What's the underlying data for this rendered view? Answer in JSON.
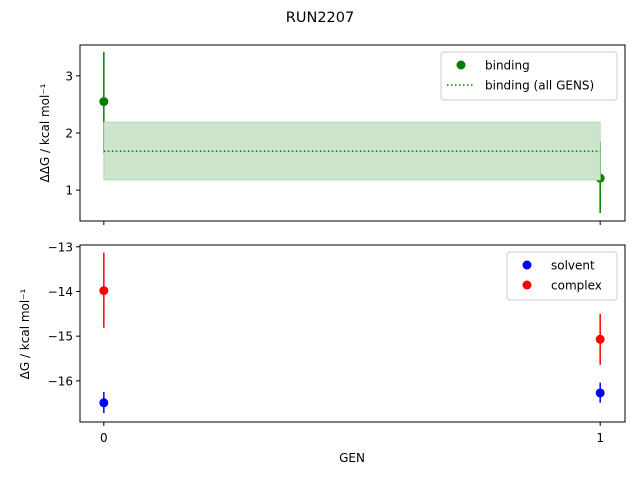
{
  "chart_data": [
    {
      "type": "scatter",
      "title": "RUN2207",
      "xlabel": "",
      "ylabel": "ΔΔG / kcal mol⁻¹",
      "xlim": [
        -0.048,
        1.05
      ],
      "ylim": [
        0.46,
        3.54
      ],
      "xticks": [
        0,
        1
      ],
      "yticks": [
        1,
        2,
        3
      ],
      "grid": false,
      "legend": "top-right",
      "series": [
        {
          "name": "binding",
          "kind": "points",
          "color": "#008000",
          "x": [
            0,
            1
          ],
          "y": [
            2.55,
            1.21
          ],
          "yerr_low": [
            1.65,
            0.6
          ],
          "yerr_high": [
            3.42,
            1.85
          ]
        },
        {
          "name": "binding (all GENS)",
          "kind": "hline-dotted",
          "color": "#008000",
          "x": [
            0,
            1
          ],
          "y": 1.68,
          "band": [
            1.18,
            2.19
          ],
          "band_color": "#cce5cc"
        }
      ]
    },
    {
      "type": "scatter",
      "xlabel": "GEN",
      "ylabel": "ΔG / kcal mol⁻¹",
      "xlim": [
        -0.048,
        1.05
      ],
      "ylim": [
        -16.92,
        -12.96
      ],
      "xticks": [
        0,
        1
      ],
      "xticklabels": [
        "0",
        "1"
      ],
      "yticks": [
        -13,
        -14,
        -15,
        -16
      ],
      "ytick_labels": [
        "−13",
        "−14",
        "−15",
        "−16"
      ],
      "grid": false,
      "legend": "top-right",
      "series": [
        {
          "name": "solvent",
          "color": "#0000ff",
          "x": [
            0,
            1
          ],
          "y": [
            -16.49,
            -16.27
          ],
          "yerr_low": [
            -16.72,
            -16.49
          ],
          "yerr_high": [
            -16.25,
            -16.04
          ]
        },
        {
          "name": "complex",
          "color": "#ff0000",
          "x": [
            0,
            1
          ],
          "y": [
            -13.98,
            -15.07
          ],
          "yerr_low": [
            -14.81,
            -15.64
          ],
          "yerr_high": [
            -13.13,
            -14.5
          ]
        }
      ]
    }
  ]
}
